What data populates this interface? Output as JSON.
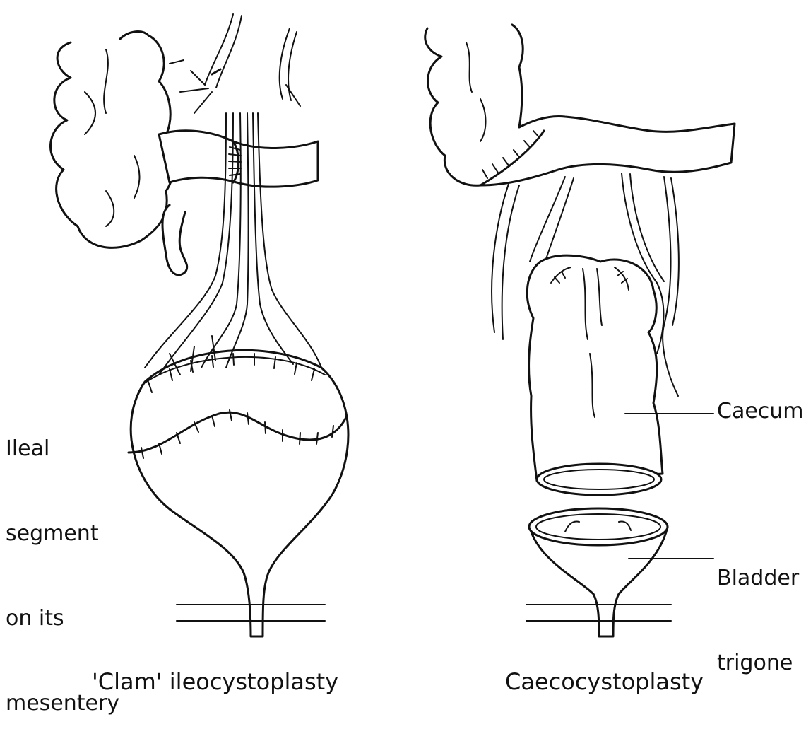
{
  "left_panel": {
    "caption": "'Clam' ileocystoplasty",
    "label_lines": [
      "Ileal",
      "segment",
      "on its",
      "mesentery"
    ]
  },
  "right_panel": {
    "caption": "Caecocystoplasty",
    "label_caecum": "Caecum",
    "label_bladder_lines": [
      "Bladder",
      "trigone"
    ]
  }
}
